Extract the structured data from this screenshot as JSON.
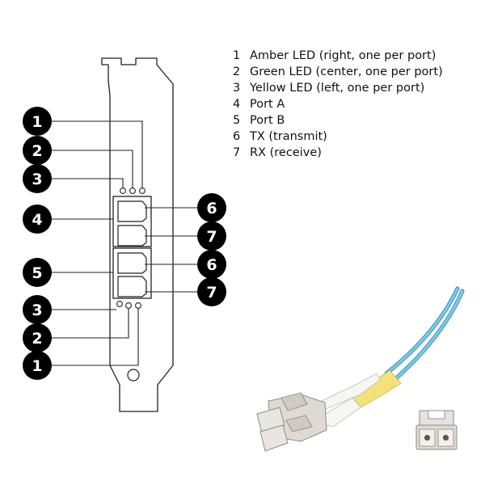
{
  "legend": [
    {
      "number": "1",
      "label": "Amber LED (right, one per port)"
    },
    {
      "number": "2",
      "label": "Green LED (center, one per port)"
    },
    {
      "number": "3",
      "label": "Yellow LED (left, one per port)"
    },
    {
      "number": "4",
      "label": "Port A"
    },
    {
      "number": "5",
      "label": "Port B"
    },
    {
      "number": "6",
      "label": "TX (transmit)"
    },
    {
      "number": "7",
      "label": "RX (receive)"
    }
  ],
  "callouts": {
    "top_1": "1",
    "top_2": "2",
    "top_3": "3",
    "port_a": "4",
    "port_b": "5",
    "port_a_tx": "6",
    "port_a_rx": "7",
    "port_b_tx": "6",
    "port_b_rx": "7",
    "bottom_3": "3",
    "bottom_2": "2",
    "bottom_1": "1"
  },
  "colors": {
    "outline": "#231f20",
    "callout_fill": "#000000",
    "callout_text": "#ffffff",
    "fiber_cable": "#5bbde0",
    "boot_yellow": "#f3e27a",
    "connector": "#d9d5cf"
  }
}
